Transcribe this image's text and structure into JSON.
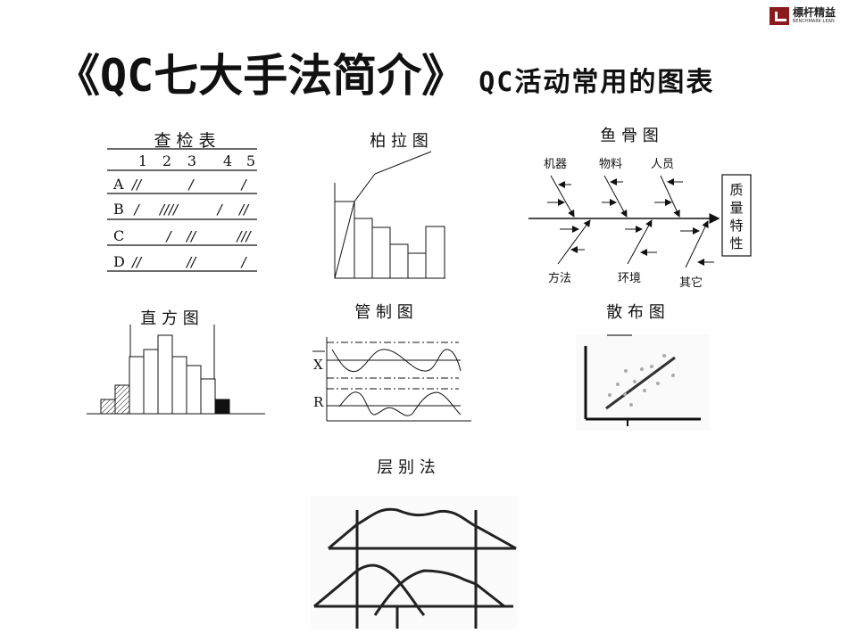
{
  "logo": {
    "cn": "標杆精益",
    "en": "BENCHMARK LEAN"
  },
  "title": "《QC七大手法简介》",
  "subtitle": "QC活动常用的图表",
  "check_sheet": {
    "title": "查 检 表",
    "columns": [
      "1",
      "2",
      "3",
      "4",
      "5"
    ],
    "rows": [
      {
        "label": "A",
        "marks": [
          "//",
          "",
          "/",
          "",
          "/"
        ]
      },
      {
        "label": "B",
        "marks": [
          "/",
          "////",
          "",
          "/",
          "//"
        ]
      },
      {
        "label": "C",
        "marks": [
          "",
          "/",
          "//",
          "",
          "///"
        ]
      },
      {
        "label": "D",
        "marks": [
          "//",
          "",
          "//",
          "",
          "/"
        ]
      }
    ]
  },
  "pareto": {
    "title": "柏 拉 图",
    "bars": [
      86,
      67,
      57,
      38,
      28,
      58
    ]
  },
  "fishbone": {
    "title": "鱼 骨 图",
    "top_causes": [
      "机器",
      "物料",
      "人员"
    ],
    "bottom_causes": [
      "方法",
      "环境",
      "其它"
    ],
    "effect": [
      "质",
      "量",
      "特",
      "性"
    ]
  },
  "histogram": {
    "title": "直 方 图",
    "bars": [
      16,
      32,
      64,
      72,
      88,
      64,
      54,
      39,
      16
    ]
  },
  "control_chart": {
    "title": "管 制 图",
    "x_label": "X",
    "r_label": "R"
  },
  "scatter": {
    "title": "散 布 图"
  },
  "stratification": {
    "title": "层 别 法"
  }
}
